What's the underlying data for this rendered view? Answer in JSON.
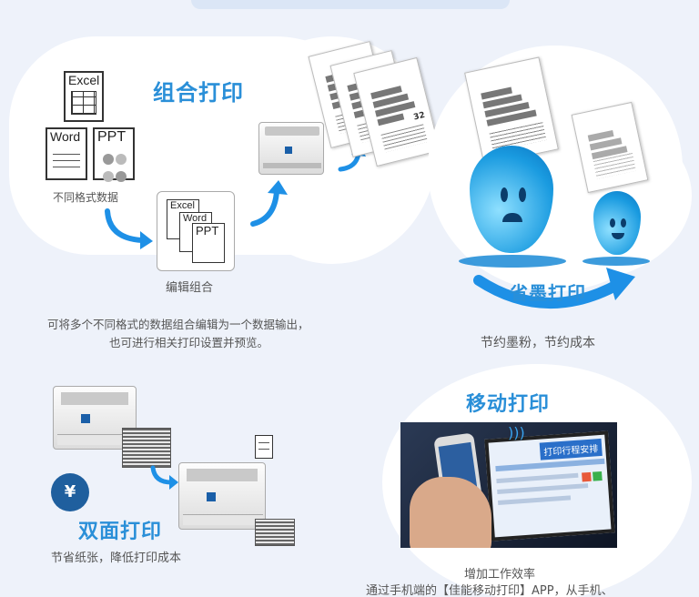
{
  "combo": {
    "title": "组合打印",
    "doc_excel": "Excel",
    "doc_word": "Word",
    "doc_ppt": "PPT",
    "diff_data_label": "不同格式数据",
    "edit_combo_label": "编辑组合",
    "desc_line1": "可将多个不同格式的数据组合编辑为一个数据输出，",
    "desc_line2": "也可进行相关打印设置并预览。"
  },
  "save_ink": {
    "title": "省墨打印",
    "desc": "节约墨粉，节约成本",
    "page_num": "32"
  },
  "duplex": {
    "title": "双面打印",
    "desc": "节省纸张，降低打印成本",
    "badge_icon": "yen-download-icon"
  },
  "mobile": {
    "title": "移动打印",
    "screen_banner": "打印行程安排",
    "desc_line1": "增加工作效率",
    "desc_line2": "通过手机端的【佳能移动打印】APP，从手机、"
  },
  "colors": {
    "accent": "#2a8fd8",
    "background": "#eef2fa",
    "drop": "#1a9be0"
  }
}
